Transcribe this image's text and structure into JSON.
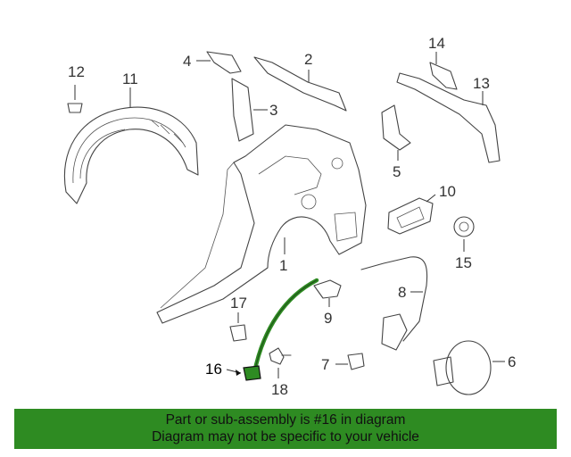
{
  "callouts": [
    {
      "id": "c1",
      "text": "1"
    },
    {
      "id": "c2",
      "text": "2"
    },
    {
      "id": "c3",
      "text": "3"
    },
    {
      "id": "c4",
      "text": "4"
    },
    {
      "id": "c5",
      "text": "5"
    },
    {
      "id": "c6",
      "text": "6"
    },
    {
      "id": "c7",
      "text": "7"
    },
    {
      "id": "c8",
      "text": "8"
    },
    {
      "id": "c9",
      "text": "9"
    },
    {
      "id": "c10",
      "text": "10"
    },
    {
      "id": "c11",
      "text": "11"
    },
    {
      "id": "c12",
      "text": "12"
    },
    {
      "id": "c13",
      "text": "13"
    },
    {
      "id": "c14",
      "text": "14"
    },
    {
      "id": "c15",
      "text": "15"
    },
    {
      "id": "c16",
      "text": "16"
    },
    {
      "id": "c17",
      "text": "17"
    },
    {
      "id": "c18",
      "text": "18"
    }
  ],
  "highlight": {
    "part": "16",
    "color": "#2e8b22"
  },
  "banner": {
    "line1": "Part or sub-assembly is #16 in diagram",
    "line2": "Diagram may not be specific to your vehicle",
    "background": "#2e8b22"
  }
}
